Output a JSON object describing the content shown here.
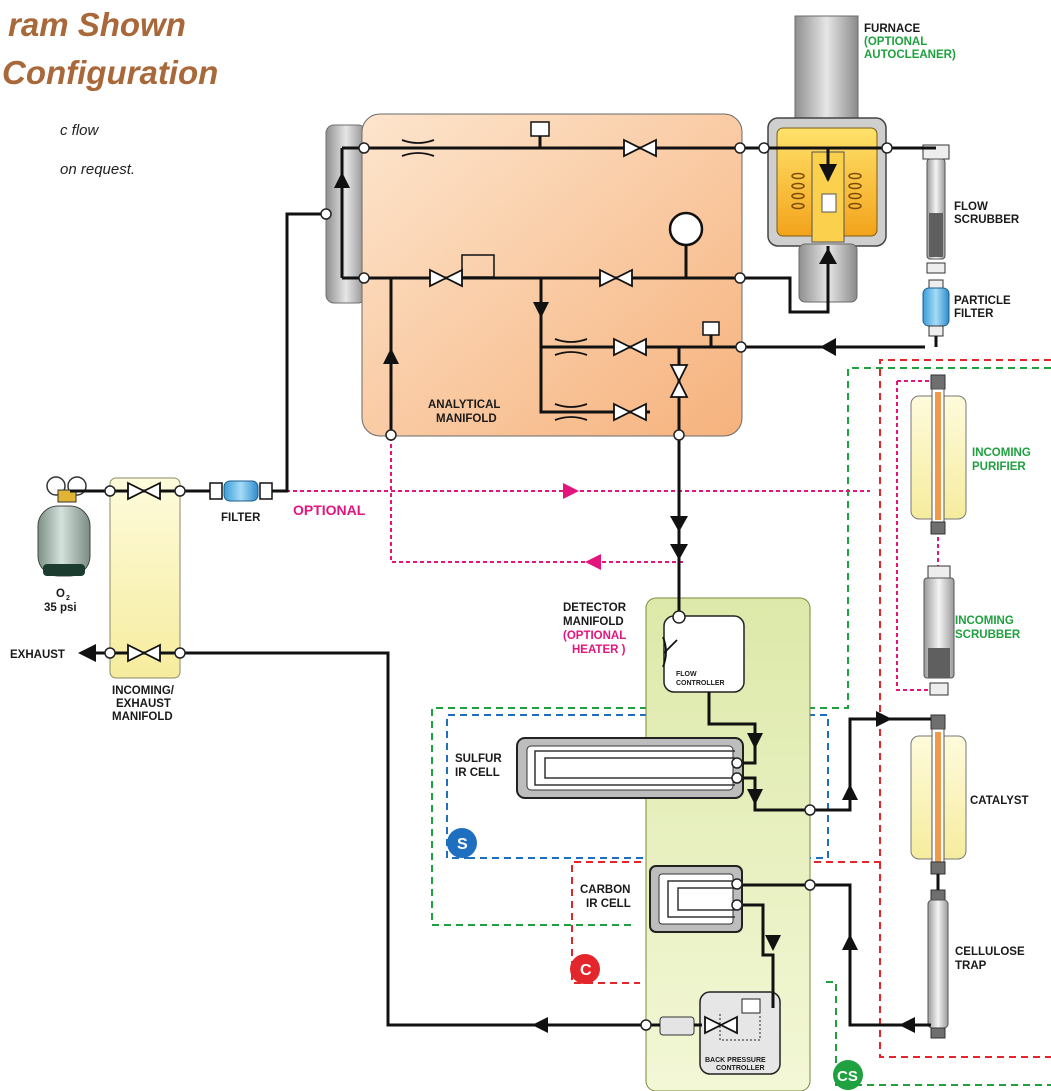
{
  "title": {
    "line1": "ram Shown",
    "line2": "Configuration",
    "note1": "c flow",
    "note2": "on request."
  },
  "labels": {
    "furnace": "FURNACE",
    "furnace_opt1": "(OPTIONAL",
    "furnace_opt2": "AUTOCLEANER)",
    "flow_scrubber1": "FLOW",
    "flow_scrubber2": "SCRUBBER",
    "particle_filter1": "PARTICLE",
    "particle_filter2": "FILTER",
    "analytical1": "ANALYTICAL",
    "analytical2": "MANIFOLD",
    "incoming_purifier1": "INCOMING",
    "incoming_purifier2": "PURIFIER",
    "incoming_scrubber1": "INCOMING",
    "incoming_scrubber2": "SCRUBBER",
    "filter": "FILTER",
    "optional": "OPTIONAL",
    "o2_symbol": "O",
    "o2_sub": "2",
    "o2_pressure": "35 psi",
    "exhaust": "EXHAUST",
    "incoming_exhaust1": "INCOMING/",
    "incoming_exhaust2": "EXHAUST",
    "incoming_exhaust3": "MANIFOLD",
    "detector1": "DETECTOR",
    "detector2": "MANIFOLD",
    "detector_opt1": "(OPTIONAL",
    "detector_opt2": "HEATER   )",
    "flow_controller1": "FLOW",
    "flow_controller2": "CONTROLLER",
    "sulfur1": "SULFUR",
    "sulfur2": "IR CELL",
    "carbon1": "CARBON",
    "carbon2": "IR CELL",
    "catalyst": "CATALYST",
    "cellulose1": "CELLULOSE",
    "cellulose2": "TRAP",
    "bpc1": "BACK PRESSURE",
    "bpc2": "CONTROLLER",
    "badge_s": "S",
    "badge_c": "C",
    "badge_cs": "CS"
  },
  "colors": {
    "line": "#111111",
    "sulfur_loop": "#1f6fc1",
    "carbon_loop": "#e3262b",
    "cs_loop": "#1fa13f",
    "optional": "#e4147d",
    "title": "#a8683a"
  }
}
